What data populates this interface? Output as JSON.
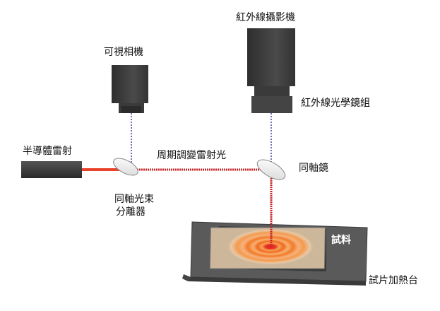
{
  "labels": {
    "ir_camera": "紅外線攝影機",
    "visible_camera": "可視相機",
    "ir_optics": "紅外線光學鏡組",
    "diode_laser": "半導體雷射",
    "modulated_laser": "周期調變雷射光",
    "coaxial_mirror": "同軸鏡",
    "splitter_line1": "同軸光束",
    "splitter_line2": "分離器",
    "sample": "試料",
    "heater": "試片加熱台"
  },
  "colors": {
    "laser_beam": "#e8432a",
    "optical_axis": "#3b3fa8",
    "camera_body": "#3d3d3d",
    "heater_top": "#555555",
    "sample_plate": "#cdb79b",
    "hotspot": "#f26a1a"
  }
}
